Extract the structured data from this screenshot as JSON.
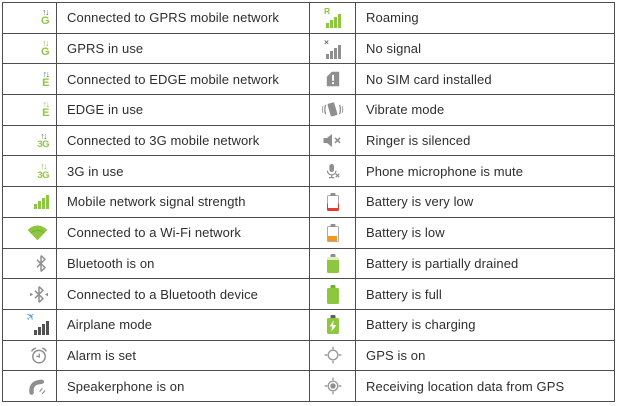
{
  "colors": {
    "accent_green": "#8dc63f",
    "icon_gray": "#8f8f8f",
    "border_dark": "#4d4d4d",
    "battery_orange": "#f7941e",
    "battery_red": "#e8392e",
    "airplane_blue": "#5fa8dc",
    "text": "#2e2e2e"
  },
  "table": {
    "glyphs": {
      "arrows": "↑↓",
      "plane": "✈"
    },
    "left_rows": [
      {
        "icon": "gprs-connected-icon",
        "glyph": "G",
        "label": "Connected to GPRS mobile network"
      },
      {
        "icon": "gprs-in-use-icon",
        "glyph": "G",
        "label": "GPRS in use"
      },
      {
        "icon": "edge-connected-icon",
        "glyph": "E",
        "label": "Connected to EDGE mobile network"
      },
      {
        "icon": "edge-in-use-icon",
        "glyph": "E",
        "label": "EDGE in use"
      },
      {
        "icon": "3g-connected-icon",
        "glyph": "3G",
        "label": "Connected to 3G mobile network"
      },
      {
        "icon": "3g-in-use-icon",
        "glyph": "3G",
        "label": "3G in use"
      },
      {
        "icon": "signal-strength-icon",
        "label": "Mobile network signal strength"
      },
      {
        "icon": "wifi-icon",
        "label": "Connected to a Wi-Fi network"
      },
      {
        "icon": "bluetooth-icon",
        "label": "Bluetooth is on"
      },
      {
        "icon": "bluetooth-connected-icon",
        "label": "Connected to a Bluetooth device"
      },
      {
        "icon": "airplane-mode-icon",
        "label": "Airplane mode"
      },
      {
        "icon": "alarm-icon",
        "label": "Alarm is set"
      },
      {
        "icon": "speakerphone-icon",
        "label": "Speakerphone is on"
      }
    ],
    "right_rows": [
      {
        "icon": "roaming-icon",
        "glyph": "R",
        "label": "Roaming"
      },
      {
        "icon": "no-signal-icon",
        "glyph": "×",
        "label": "No signal"
      },
      {
        "icon": "no-sim-icon",
        "label": "No SIM card installed"
      },
      {
        "icon": "vibrate-icon",
        "label": "Vibrate mode"
      },
      {
        "icon": "ringer-silenced-icon",
        "label": "Ringer is silenced"
      },
      {
        "icon": "mic-mute-icon",
        "label": "Phone microphone is mute"
      },
      {
        "icon": "battery-very-low-icon",
        "label": "Battery is very low"
      },
      {
        "icon": "battery-low-icon",
        "label": "Battery is low"
      },
      {
        "icon": "battery-partial-icon",
        "label": "Battery is partially drained"
      },
      {
        "icon": "battery-full-icon",
        "label": "Battery is full"
      },
      {
        "icon": "battery-charging-icon",
        "label": "Battery is charging"
      },
      {
        "icon": "gps-on-icon",
        "label": "GPS is on"
      },
      {
        "icon": "gps-fix-icon",
        "label": "Receiving location data from GPS"
      }
    ]
  }
}
